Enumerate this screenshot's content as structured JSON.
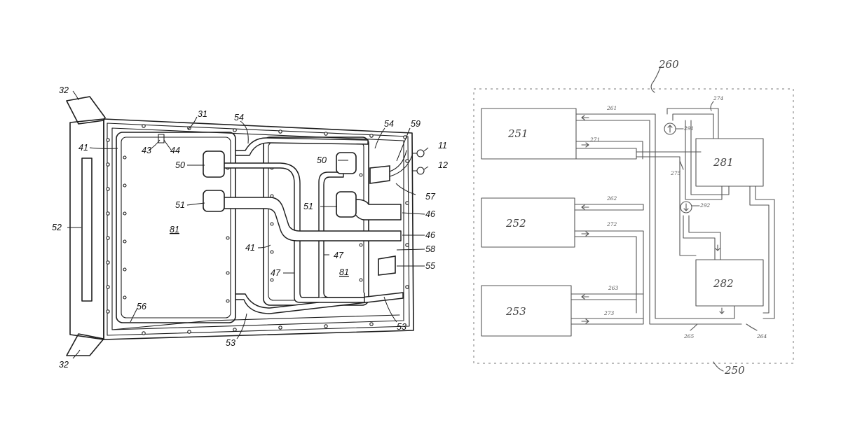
{
  "left_figure": {
    "labels": {
      "l32a": "32",
      "l32b": "32",
      "l31": "31",
      "l41a": "41",
      "l41b": "41",
      "l43": "43",
      "l44": "44",
      "l50a": "50",
      "l50b": "50",
      "l51a": "51",
      "l51b": "51",
      "l52": "52",
      "l81a": "81",
      "l81b": "81",
      "l54a": "54",
      "l54b": "54",
      "l59": "59",
      "l11": "11",
      "l12": "12",
      "l57": "57",
      "l46a": "46",
      "l46b": "46",
      "l47a": "47",
      "l47b": "47",
      "l58": "58",
      "l55": "55",
      "l56": "56",
      "l53a": "53",
      "l53b": "53"
    }
  },
  "right_figure": {
    "labels": {
      "l260": "260",
      "l250": "250",
      "l251": "251",
      "l252": "252",
      "l253": "253",
      "l281": "281",
      "l282": "282",
      "l261": "261",
      "l262": "262",
      "l263": "263",
      "l271": "271",
      "l272": "272",
      "l273": "273",
      "l274": "274",
      "l275": "275",
      "l291": "291",
      "l292": "292",
      "l265": "265",
      "l264": "264"
    }
  }
}
